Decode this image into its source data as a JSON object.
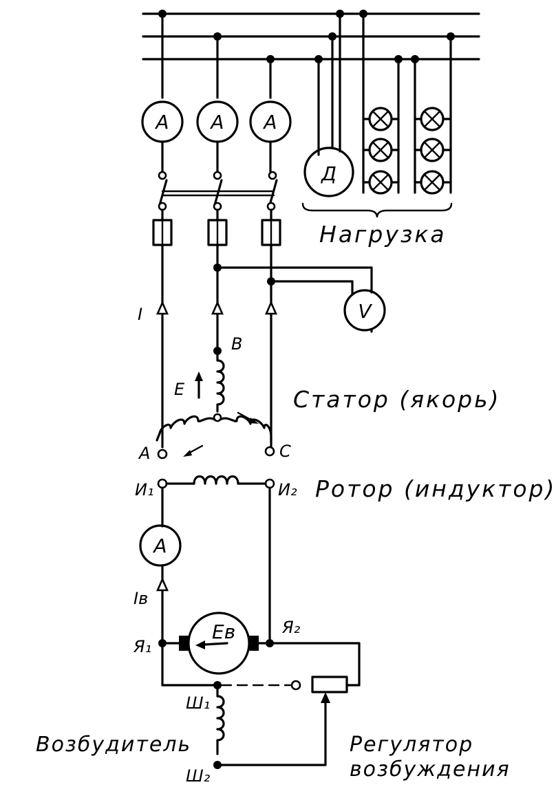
{
  "meters": {
    "ammeter_symbol": "A",
    "voltmeter_symbol": "V",
    "motor_symbol": "Д",
    "exciter_emf": "Eв"
  },
  "labels": {
    "load": "Нагрузка",
    "stator": "Статор (якорь)",
    "rotor": "Ротор (индуктор)",
    "exciter": "Возбудитель",
    "regulator_line1": "Регулятор",
    "regulator_line2": "возбуждения",
    "current": "I",
    "excitation_current": "Iв",
    "emf": "E"
  },
  "terminals": {
    "phase_a": "A",
    "phase_b": "B",
    "phase_c": "C",
    "rotor_1": "И₁",
    "rotor_2": "И₂",
    "armature_1": "Я₁",
    "armature_2": "Я₂",
    "shunt_1": "Ш₁",
    "shunt_2": "Ш₂"
  }
}
